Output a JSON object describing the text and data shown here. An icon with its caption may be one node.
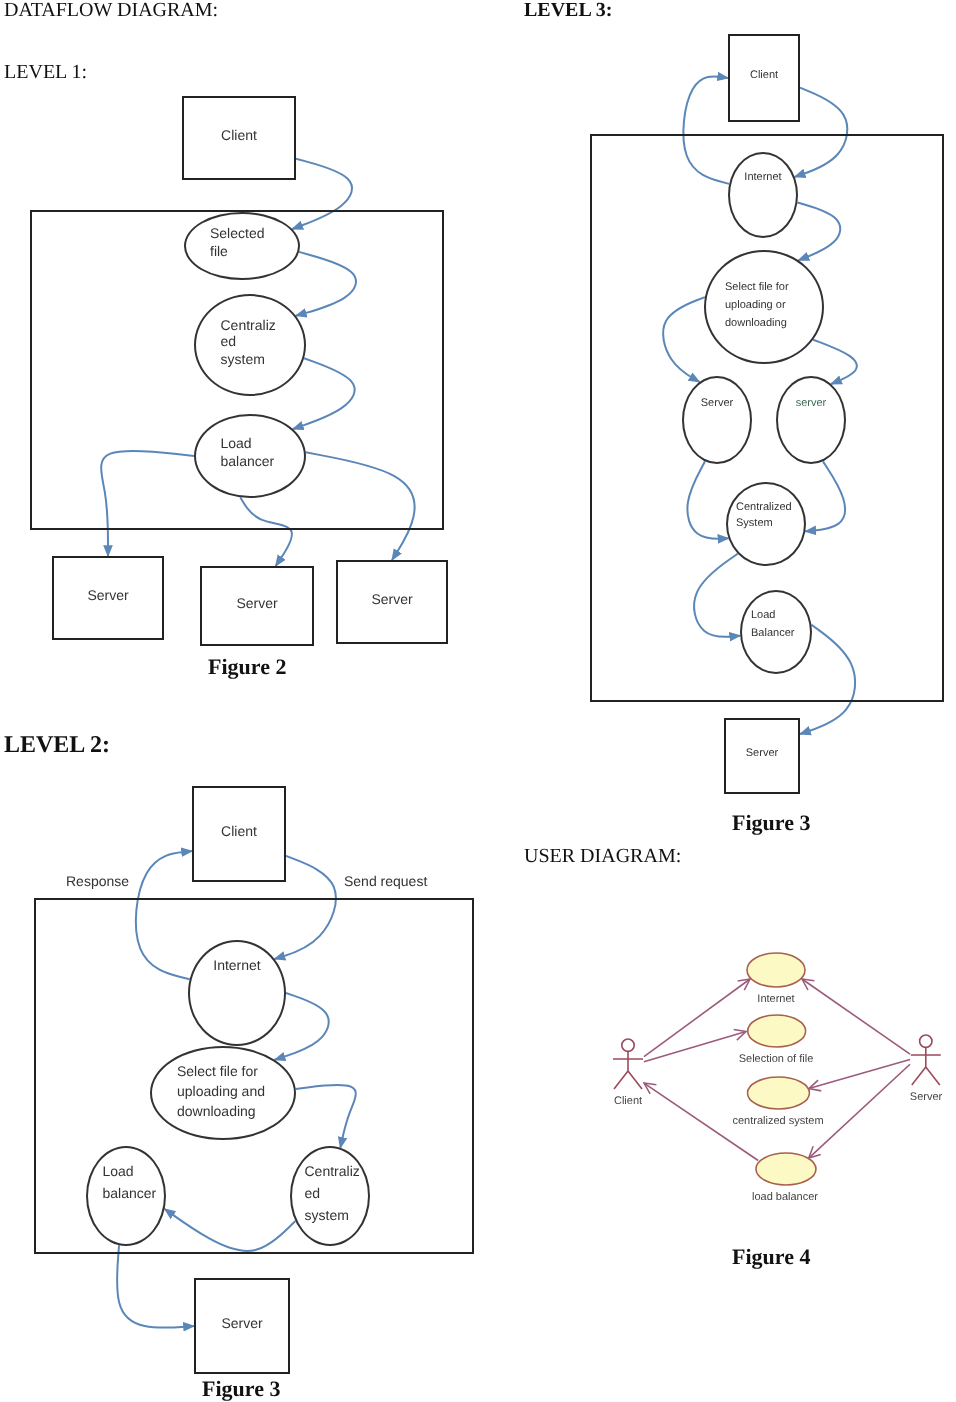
{
  "diagram": {
    "title": "DATAFLOW DIAGRAM:",
    "nodes": [
      {
        "text": [
          "Client"
        ]
      },
      {
        "text": [],
        "shape": "box"
      },
      {
        "text": [
          "Selected file"
        ],
        "in": 1
      },
      {
        "text": [
          "Centraliz ed system"
        ],
        "in": 1
      },
      {
        "text": [
          "Load balancer"
        ],
        "in": 1
      },
      {
        "text": [
          "Server"
        ]
      },
      {
        "text": [
          "Server"
        ]
      },
      {
        "text": [
          "Server"
        ]
      },
      {
        "text": [
          "Client"
        ]
      },
      {
        "text": [],
        "shape": "box"
      },
      {
        "text": [
          "Internet"
        ],
        "in": 9
      },
      {
        "text": [
          "Select file for uploading and downloading"
        ],
        "in": 9
      },
      {
        "text": [
          "Load balancer"
        ],
        "in": 9
      },
      {
        "text": [
          "Centraliz ed system"
        ],
        "in": 9
      },
      {
        "text": [
          "Server"
        ]
      },
      {
        "text": [
          "Client"
        ]
      },
      {
        "text": [],
        "shape": "box"
      },
      {
        "text": [
          "Internet"
        ],
        "in": 16
      },
      {
        "text": [
          "Select file for uploading or downloading"
        ],
        "in": 16
      },
      {
        "text": [
          "Server"
        ],
        "in": 16
      },
      {
        "text": [
          "server"
        ],
        "in": 16
      },
      {
        "text": [
          "Centralized System"
        ],
        "in": 16
      },
      {
        "text": [
          "Load Balancer"
        ],
        "in": 16
      },
      {
        "text": [
          "Server"
        ]
      },
      {
        "text": [
          "Client"
        ]
      },
      {
        "text": [
          "Internet"
        ]
      },
      {
        "text": [
          "Selection of file"
        ]
      },
      {
        "text": [
          "centralized system"
        ]
      },
      {
        "text": [
          "load balancer"
        ]
      },
      {
        "text": [
          "Server"
        ]
      }
    ],
    "edges": [
      {
        "from": 0,
        "to": 2,
        "arrow": "to"
      },
      {
        "from": 2,
        "to": 3,
        "arrow": "to"
      },
      {
        "from": 3,
        "to": 4,
        "arrow": "to"
      },
      {
        "from": 4,
        "to": 5,
        "arrow": "to"
      },
      {
        "from": 4,
        "to": 6,
        "arrow": "to"
      },
      {
        "from": 4,
        "to": 7,
        "arrow": "to"
      },
      {
        "from": 8,
        "to": 10,
        "arrow": "to",
        "label": "Send request"
      },
      {
        "from": 10,
        "to": 8,
        "arrow": "to",
        "label": "Response"
      },
      {
        "from": 10,
        "to": 11,
        "arrow": "to"
      },
      {
        "from": 11,
        "to": 13,
        "arrow": "to"
      },
      {
        "from": 13,
        "to": 12,
        "arrow": "to"
      },
      {
        "from": 12,
        "to": 14,
        "arrow": "to"
      },
      {
        "from": 17,
        "to": 15,
        "arrow": "to"
      },
      {
        "from": 15,
        "to": 17,
        "arrow": "to"
      },
      {
        "from": 17,
        "to": 18,
        "arrow": "to"
      },
      {
        "from": 18,
        "to": 19,
        "arrow": "to"
      },
      {
        "from": 18,
        "to": 20,
        "arrow": "to"
      },
      {
        "from": 19,
        "to": 21,
        "arrow": "to"
      },
      {
        "from": 20,
        "to": 21,
        "arrow": "to"
      },
      {
        "from": 21,
        "to": 22,
        "arrow": "to"
      },
      {
        "from": 22,
        "to": 23,
        "arrow": "to"
      },
      {
        "from": 24,
        "to": 25,
        "arrow": "to",
        "color": "#9c5a7c"
      },
      {
        "from": 24,
        "to": 26,
        "arrow": "to",
        "color": "#9c5a7c"
      },
      {
        "from": 28,
        "to": 24,
        "arrow": "to",
        "color": "#9c5a7c"
      },
      {
        "from": 29,
        "to": 25,
        "arrow": "to",
        "color": "#9c5a7c"
      },
      {
        "from": 29,
        "to": 27,
        "arrow": "to",
        "color": "#9c5a7c"
      },
      {
        "from": 29,
        "to": 28,
        "arrow": "to",
        "color": "#9c5a7c"
      }
    ],
    "labels": [
      "LEVEL 1:",
      "Figure 2",
      "LEVEL 2:",
      "Figure 3",
      "LEVEL 3:",
      "Figure 3",
      "USER DIAGRAM:",
      "Figure 4"
    ]
  }
}
